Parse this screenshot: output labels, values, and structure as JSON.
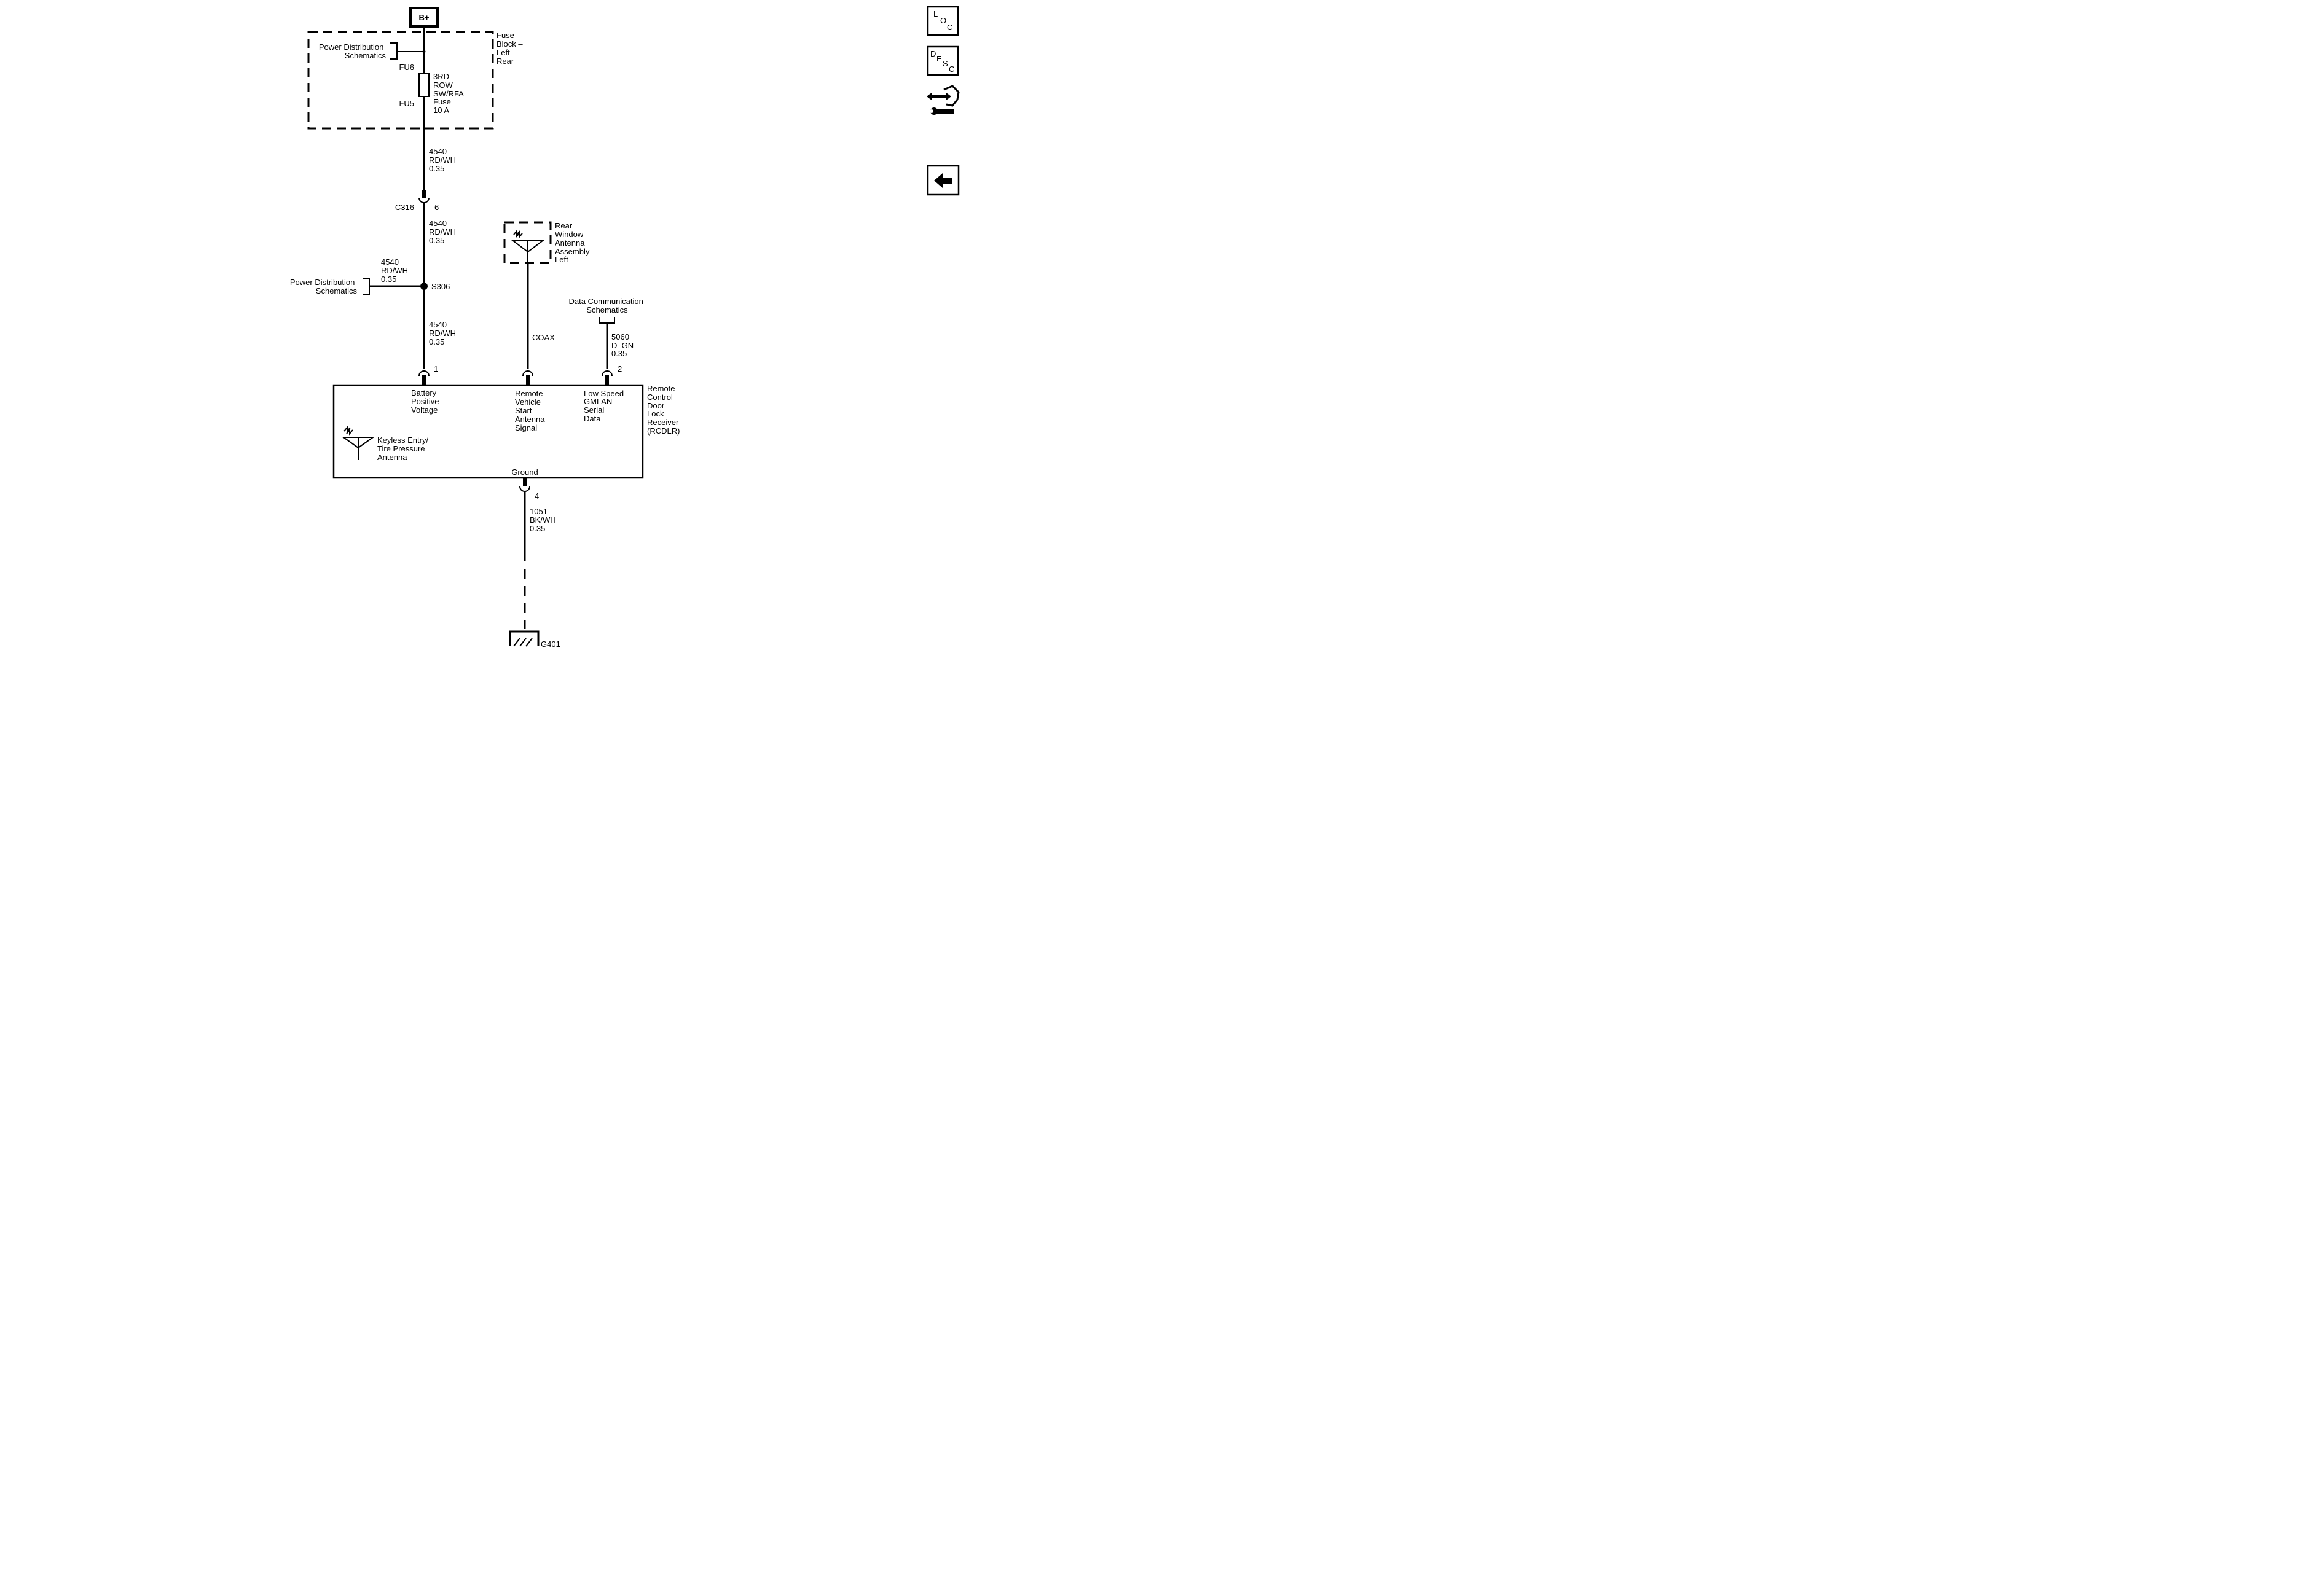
{
  "supply": {
    "label": "B+"
  },
  "fuse_block": {
    "label": [
      "Fuse",
      "Block –",
      "Left",
      "Rear"
    ],
    "pd_ref": [
      "Power Distribution",
      "Schematics"
    ],
    "in_pin": "FU6",
    "out_pin": "FU5",
    "fuse_label": [
      "3RD",
      "ROW",
      "SW/RFA",
      "Fuse",
      "10 A"
    ]
  },
  "wires": {
    "fuse_to_c316": [
      "4540",
      "RD/WH",
      "0.35"
    ],
    "c316_to_s306": [
      "4540",
      "RD/WH",
      "0.35"
    ],
    "s306_branch": [
      "4540",
      "RD/WH",
      "0.35"
    ],
    "s306_to_rcdlr": [
      "4540",
      "RD/WH",
      "0.35"
    ],
    "antenna_coax": "COAX",
    "data_line": [
      "5060",
      "D–GN",
      "0.35"
    ],
    "ground": [
      "1051",
      "BK/WH",
      "0.35"
    ]
  },
  "connectors": {
    "c316": {
      "name": "C316",
      "pin": "6"
    },
    "pin_battery": "1",
    "pin_data": "2",
    "pin_ground": "4"
  },
  "splice": {
    "name": "S306",
    "pd_ref": [
      "Power Distribution",
      "Schematics"
    ]
  },
  "rear_antenna": {
    "label": [
      "Rear",
      "Window",
      "Antenna",
      "Assembly –",
      "Left"
    ]
  },
  "data_ref": [
    "Data Communication",
    "Schematics"
  ],
  "module": {
    "name": [
      "Remote",
      "Control",
      "Door",
      "Lock",
      "Receiver",
      "(RCDLR)"
    ],
    "battery_label": [
      "Battery",
      "Positive",
      "Voltage"
    ],
    "antenna_signal_label": [
      "Remote",
      "Vehicle",
      "Start",
      "Antenna",
      "Signal"
    ],
    "data_label": [
      "Low Speed",
      "GMLAN",
      "Serial",
      "Data"
    ],
    "keyless_label": [
      "Keyless Entry/",
      "Tire Pressure",
      "Antenna"
    ],
    "ground_label": "Ground"
  },
  "ground": {
    "name": "G401"
  },
  "side_buttons": {
    "loc": [
      "L",
      "O",
      "C"
    ],
    "desc": [
      "D",
      "E",
      "S",
      "C"
    ],
    "icons": [
      "connector-icon",
      "wrench-icon",
      "back-arrow-icon"
    ]
  }
}
